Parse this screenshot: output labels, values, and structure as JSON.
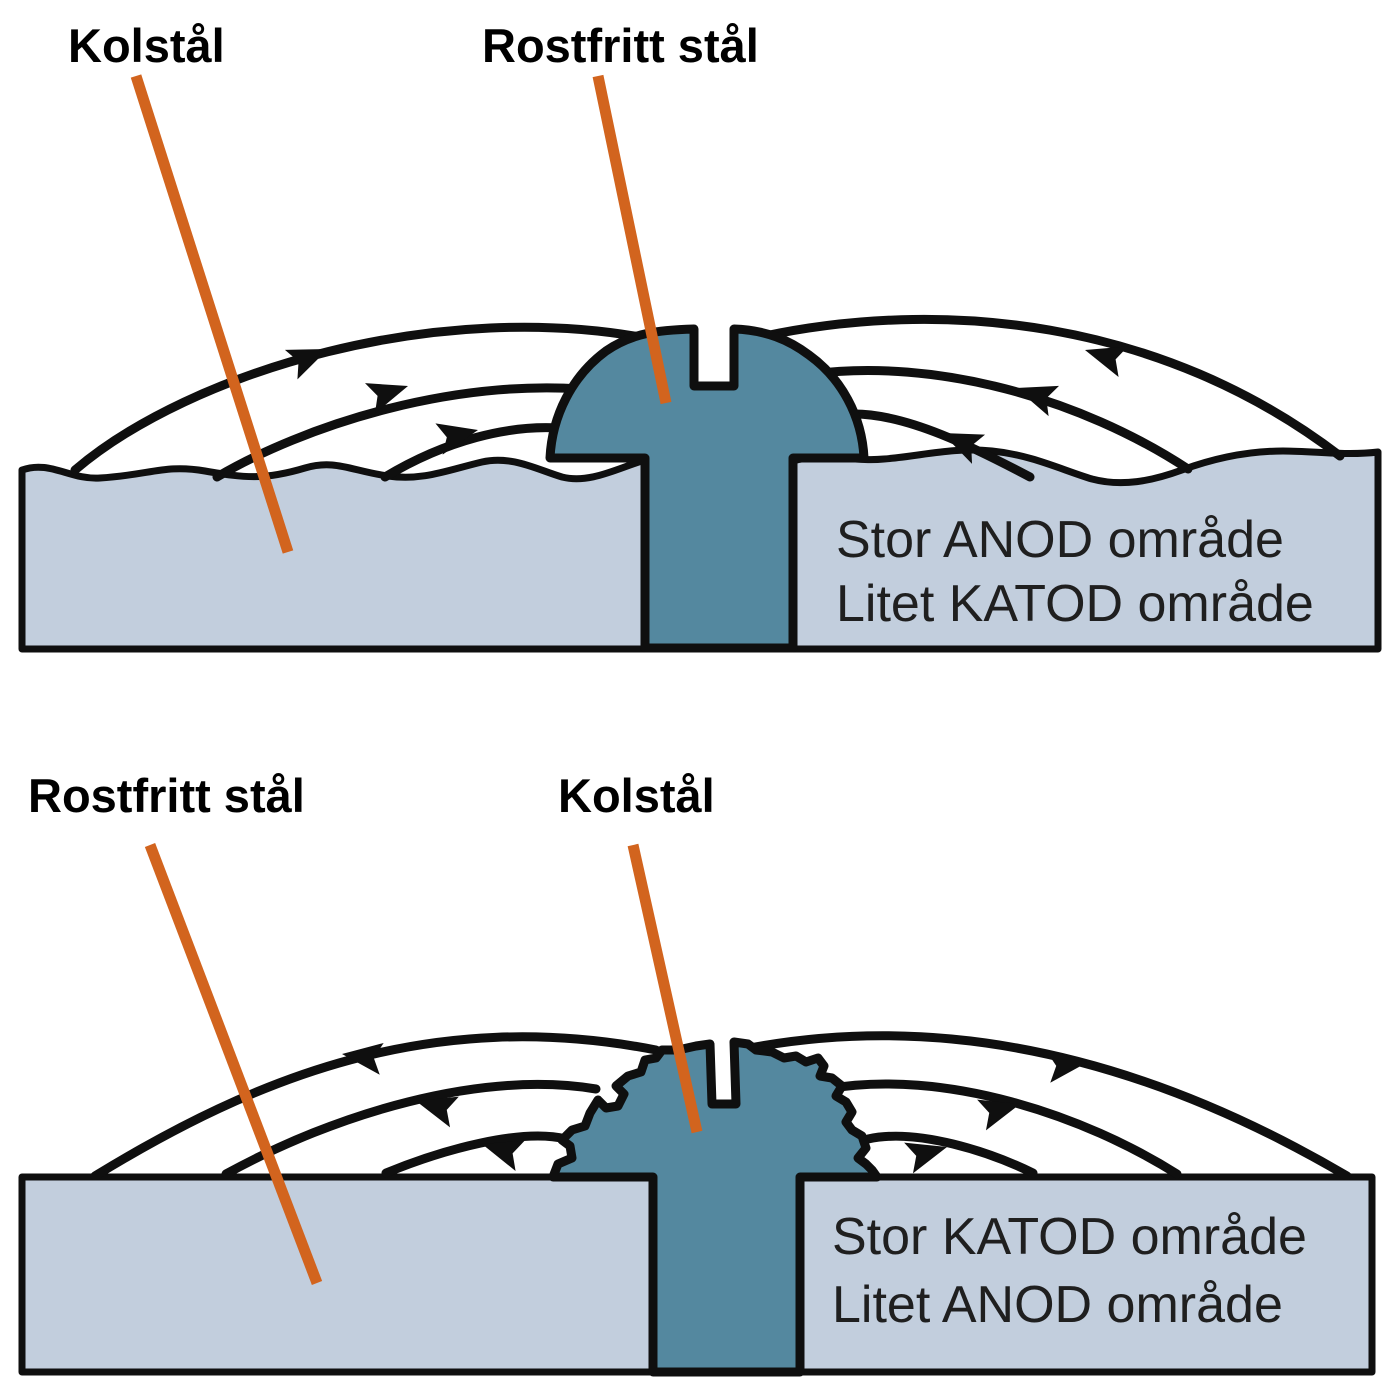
{
  "colors": {
    "background": "#ffffff",
    "plate_fill": "#c2cedd",
    "screw_fill": "#54889f",
    "outline": "#0f0f0f",
    "leader_line": "#d2641e",
    "label_text": "#000000",
    "area_text": "#1f1f1f"
  },
  "top_panel": {
    "label_plate": "Kolstål",
    "label_screw": "Rostfritt stål",
    "area_line1": "Stor ANOD område",
    "area_line2": "Litet KATOD område",
    "arrow_direction": "toward-screw"
  },
  "bottom_panel": {
    "label_plate": "Rostfritt stål",
    "label_screw": "Kolstål",
    "area_line1": "Stor KATOD område",
    "area_line2": "Litet ANOD område",
    "arrow_direction": "away-from-screw"
  }
}
